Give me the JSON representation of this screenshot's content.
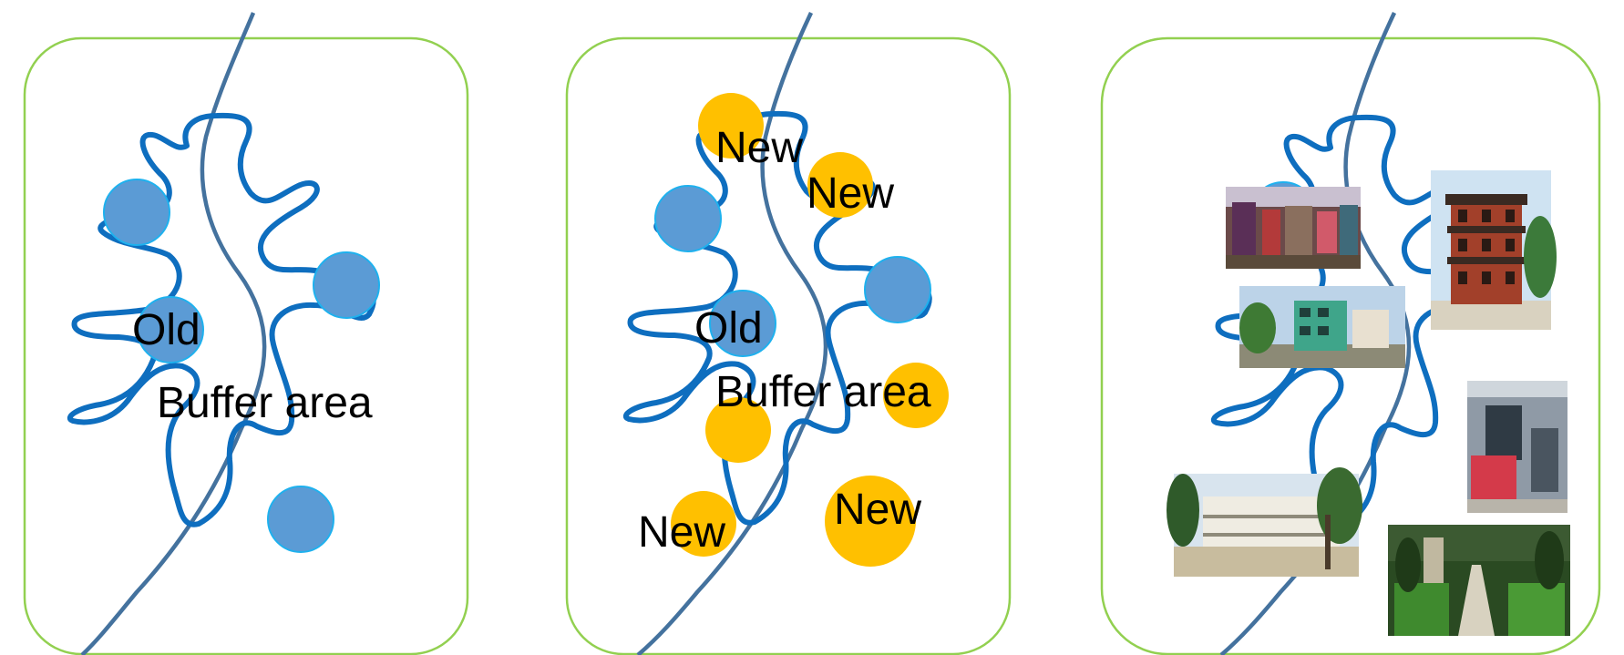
{
  "colors": {
    "panel_border": "#92D050",
    "river": "#44729E",
    "settlement_outline": "#0E6EBF",
    "old_circle_fill": "#5B9BD5",
    "old_circle_stroke": "#1EB1EE",
    "new_circle_fill": "#FFC000",
    "text": "#000000"
  },
  "panels": [
    {
      "labels": {
        "old": "Old",
        "buffer": "Buffer area"
      }
    },
    {
      "labels": {
        "old": "Old",
        "buffer": "Buffer area",
        "new_1": "New",
        "new_2": "New",
        "new_3": "New",
        "new_4": "New"
      }
    },
    {
      "photos": [
        {
          "icon": "market-street-photo"
        },
        {
          "icon": "historic-tower-photo"
        },
        {
          "icon": "green-building-photo"
        },
        {
          "icon": "factory-interior-photo"
        },
        {
          "icon": "school-campus-photo"
        },
        {
          "icon": "garden-path-photo"
        }
      ]
    }
  ]
}
